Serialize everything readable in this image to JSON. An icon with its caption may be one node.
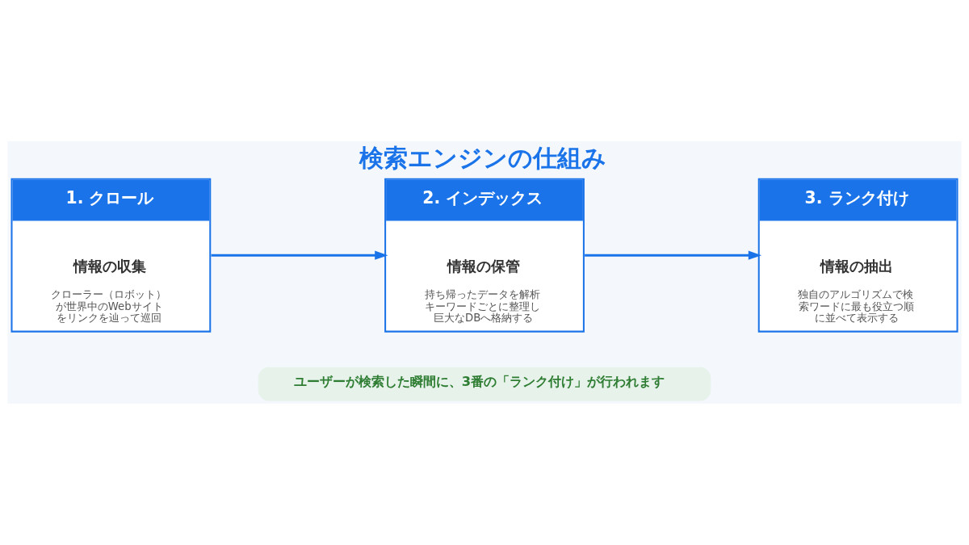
{
  "diagram": {
    "title": "検索エンジンの仕組み",
    "nodes": [
      {
        "text": [
          "1. クロール",
          "情報の収集",
          "クローラー（ロボット）が世界中のWebサイトをリンクを辿って巡回"
        ]
      },
      {
        "text": [
          "2. インデックス",
          "情報の保管",
          "持ち帰ったデータを解析キーワードごとに整理し巨大なDBへ格納する"
        ]
      },
      {
        "text": [
          "3. ランク付け",
          "情報の抽出",
          "独自のアルゴリズムで検索ワードに最も役立つ順に並べて表示する"
        ]
      }
    ],
    "edges": [
      {
        "from": 0,
        "to": 1,
        "arrow": "to"
      },
      {
        "from": 1,
        "to": 2,
        "arrow": "to"
      }
    ],
    "labels": [
      "ユーザーが検索した瞬間に、3番の「ランク付け」が行われます"
    ]
  }
}
